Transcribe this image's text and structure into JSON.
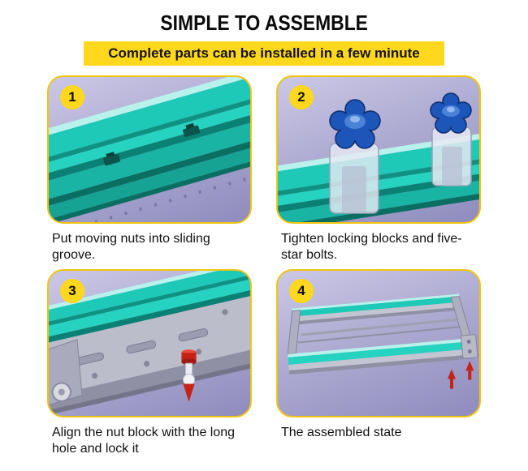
{
  "header": {
    "title": "SIMPLE TO ASSEMBLE",
    "subtitle": "Complete parts can be installed in a few minute"
  },
  "steps": [
    {
      "number": "1",
      "caption": "Put moving nuts into sliding groove."
    },
    {
      "number": "2",
      "caption": "Tighten locking blocks and five-star bolts."
    },
    {
      "number": "3",
      "caption": "Align the nut block with the long hole and lock it"
    },
    {
      "number": "4",
      "caption": "The assembled state"
    }
  ],
  "colors": {
    "accent_yellow": "#ffd71c",
    "panel_border_yellow": "#f0c513",
    "panel_purple_light": "#cbc8e6",
    "panel_purple_dark": "#8f8cbe",
    "rail_teal": "#1ec9b7",
    "rail_teal_dark": "#0b8175",
    "knob_blue": "#1d55b8",
    "bolt_red": "#c62318",
    "frame_gray": "#bcbdcb"
  },
  "icons": {
    "moving_nut": "moving-nut",
    "five_star_knob": "five-star-knob",
    "locking_block": "locking-block",
    "lock_bolt": "lock-bolt"
  }
}
